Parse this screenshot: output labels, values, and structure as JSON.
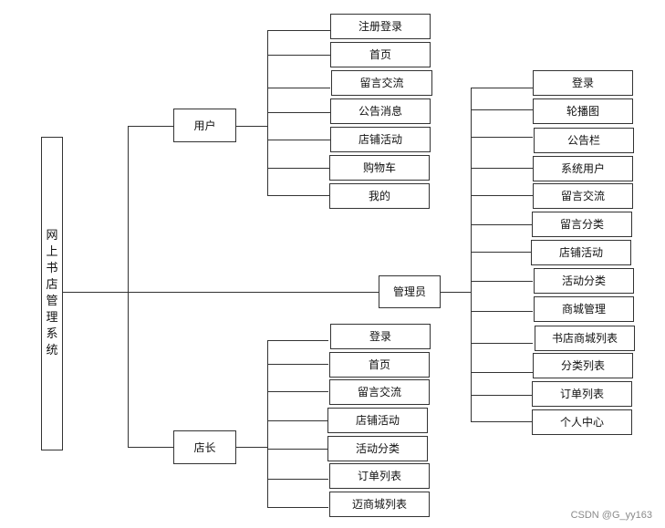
{
  "root": {
    "title_chars": [
      "网",
      "上",
      "书",
      "店",
      "管",
      "理",
      "系",
      "统"
    ]
  },
  "roles": {
    "user": {
      "label": "用户",
      "items": [
        "注册登录",
        "首页",
        "留言交流",
        "公告消息",
        "店铺活动",
        "购物车",
        "我的"
      ]
    },
    "admin": {
      "label": "管理员",
      "items": [
        "登录",
        "轮播图",
        "公告栏",
        "系统用户",
        "留言交流",
        "留言分类",
        "店铺活动",
        "活动分类",
        "商城管理",
        "书店商城列表",
        "分类列表",
        "订单列表",
        "个人中心"
      ]
    },
    "owner": {
      "label": "店长",
      "items": [
        "登录",
        "首页",
        "留言交流",
        "店铺活动",
        "活动分类",
        "订单列表",
        "迈商城列表"
      ]
    }
  },
  "watermark": "CSDN @G_yy163"
}
